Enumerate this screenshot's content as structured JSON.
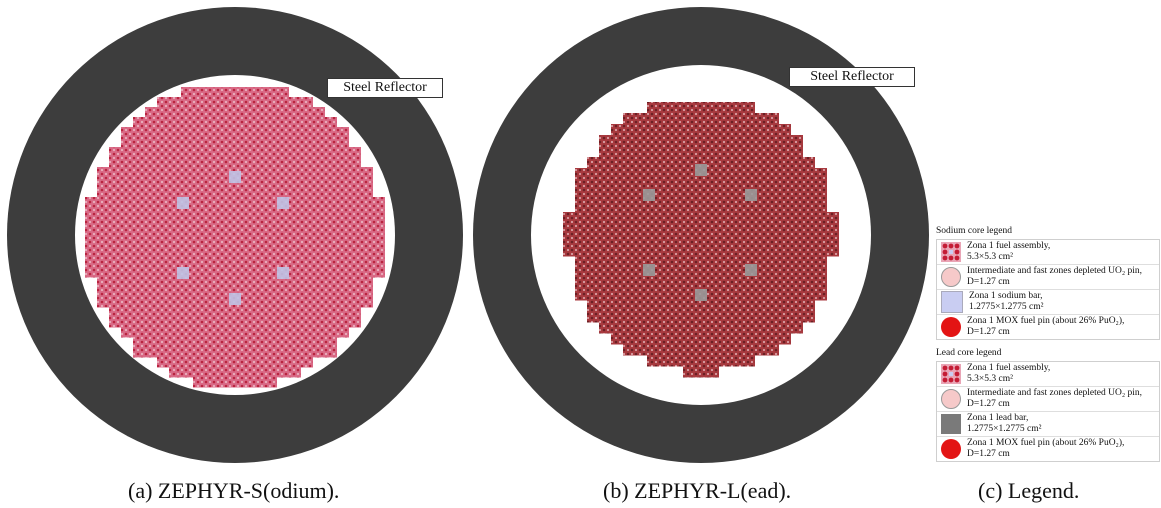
{
  "panels": {
    "sodium": {
      "reflector_label": "Steel Reflector",
      "caption": "(a) ZEPHYR-S(odium).",
      "colors": {
        "reflector": "#3d3d3d",
        "core_base": "#d96a86",
        "pin_dark": "#b8243f",
        "bar": "#bfc3e6"
      }
    },
    "lead": {
      "reflector_label": "Steel Reflector",
      "caption": "(b) ZEPHYR-L(ead).",
      "colors": {
        "reflector": "#3d3d3d",
        "core_base": "#a83a3f",
        "pin_dark": "#6b1f24",
        "bar": "#9a9a9a"
      }
    }
  },
  "legend": {
    "caption": "(c) Legend.",
    "sodium_title": "Sodium core legend",
    "lead_title": "Lead core legend",
    "sodium_items": [
      {
        "icon": "fuel-assembly-icon",
        "line1": "Zona 1 fuel assembly,",
        "line2": "5.3×5.3 cm²"
      },
      {
        "icon": "depleted-pin-icon",
        "line1": "Intermediate and fast zones depleted UO₂ pin,",
        "line2": "D=1.27 cm"
      },
      {
        "icon": "sodium-bar-icon",
        "line1": "Zona 1 sodium bar,",
        "line2": "1.2775×1.2775 cm²"
      },
      {
        "icon": "mox-pin-icon",
        "line1": "Zona 1 MOX fuel pin (about 26% PuO₂),",
        "line2": "D=1.27 cm"
      }
    ],
    "lead_items": [
      {
        "icon": "fuel-assembly-icon",
        "line1": "Zona 1 fuel assembly,",
        "line2": "5.3×5.3 cm²"
      },
      {
        "icon": "depleted-pin-icon",
        "line1": "Intermediate and fast zones depleted UO₂ pin,",
        "line2": "D=1.27 cm"
      },
      {
        "icon": "lead-bar-icon",
        "line1": "Zona 1 lead bar,",
        "line2": "1.2775×1.2775 cm²"
      },
      {
        "icon": "mox-pin-icon",
        "line1": "Zona 1 MOX fuel pin (about 26% PuO₂),",
        "line2": "D=1.27 cm"
      }
    ],
    "colors": {
      "depleted": "#f6c9c9",
      "mox": "#e31414",
      "sodium_bar": "#c9cdf2",
      "lead_bar": "#7a7a7a",
      "assembly_bg": "#e9a5b6"
    }
  }
}
